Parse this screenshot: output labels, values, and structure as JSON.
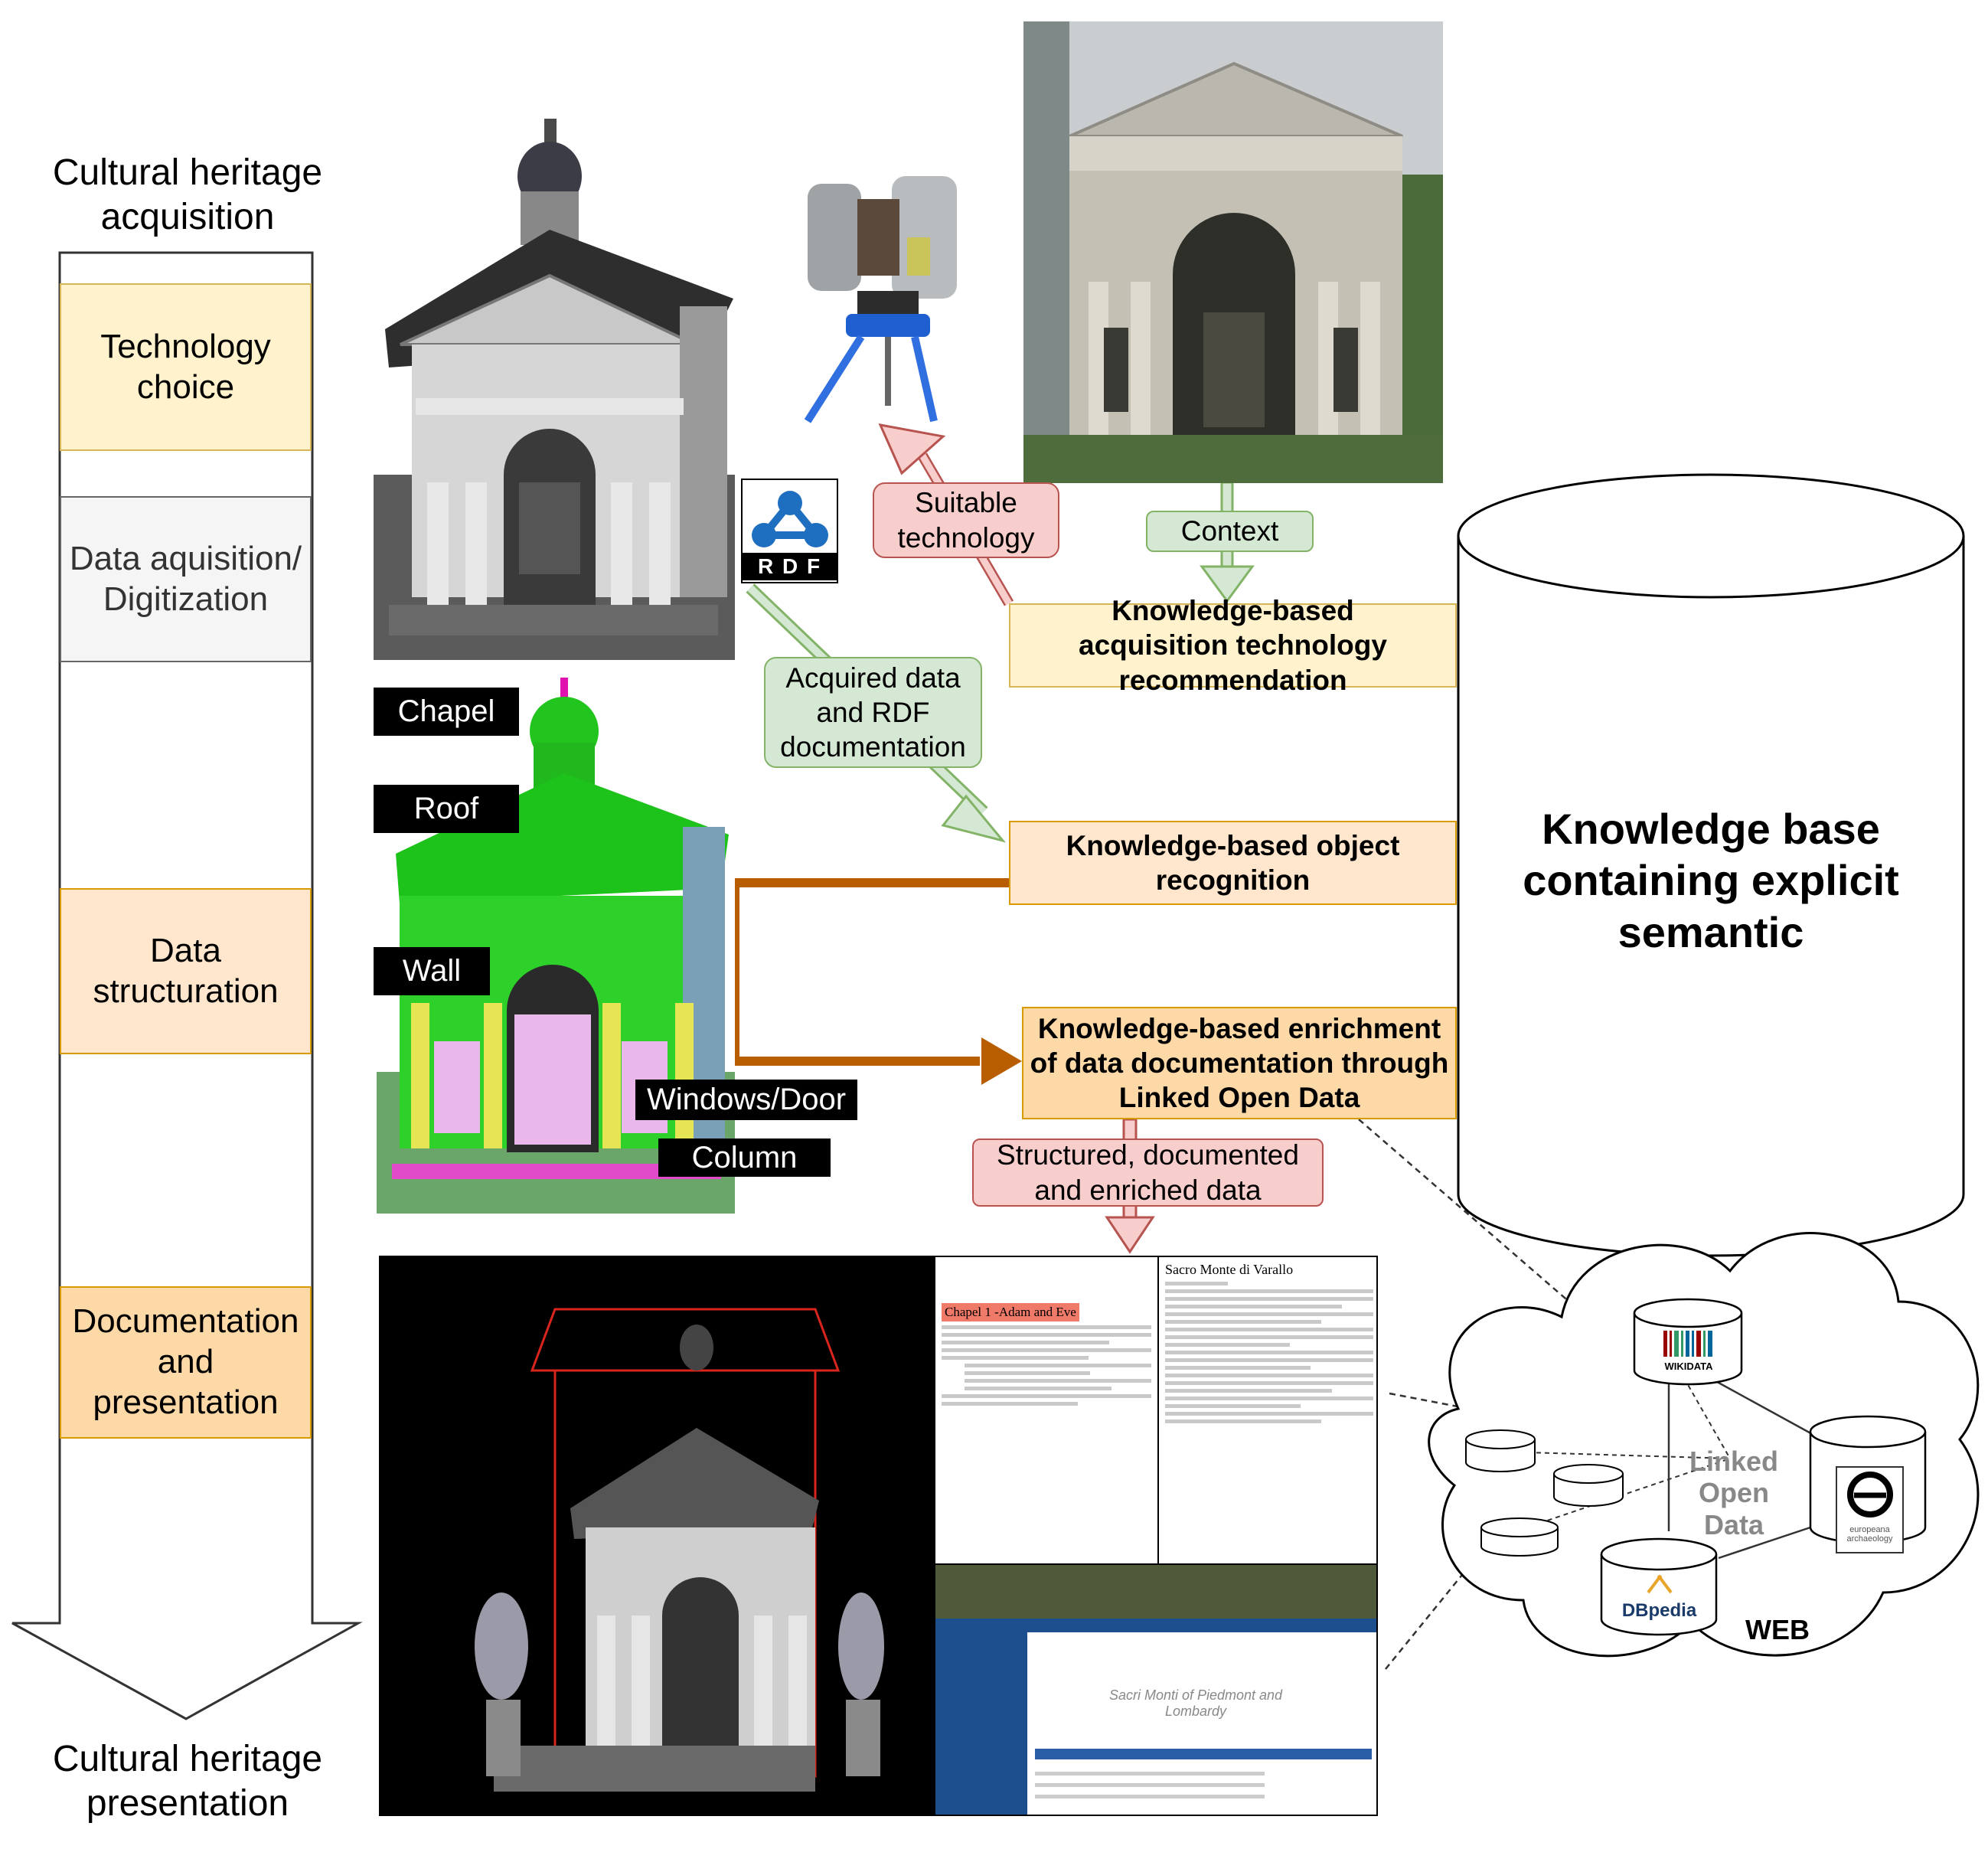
{
  "pipeline": {
    "top_title": "Cultural heritage acquisition",
    "bottom_title": "Cultural heritage presentation",
    "stages": [
      {
        "label": "Technology choice",
        "fill": "#fff2cc",
        "border": "#d6b656"
      },
      {
        "label": "Data aquisition/ Digitization",
        "fill": "#f5f5f5",
        "border": "#666666"
      },
      {
        "label": "Data structuration",
        "fill": "#ffe6cc",
        "border": "#d79b00"
      },
      {
        "label": "Documentation and presentation",
        "fill": "#fdd9a8",
        "border": "#d79b00"
      }
    ]
  },
  "object_labels": {
    "chapel": "Chapel",
    "roof": "Roof",
    "wall": "Wall",
    "windows_door": "Windows/Door",
    "column": "Column"
  },
  "rdf_logo": "R D F",
  "process_boxes": {
    "acquisition_recommendation": "Knowledge-based acquisition technology recommendation",
    "object_recognition": "Knowledge-based object recognition",
    "enrichment": "Knowledge-based enrichment of data documentation through Linked Open Data"
  },
  "flow_labels": {
    "suitable_technology": "Suitable technology",
    "context": "Context",
    "acquired_data": "Acquired data and RDF documentation",
    "structured_data": "Structured, documented and enriched data"
  },
  "knowledge_base": "Knowledge base containing explicit semantic",
  "web_cloud": {
    "center_label": "Linked Open Data",
    "web_label": "WEB",
    "sources": [
      "WIKIDATA",
      "DBpedia",
      "europeana archaeology"
    ]
  },
  "documentation_panel": {
    "chapel_title": "Chapel 1 -Adam and Eve",
    "site_title": "Sacro Monte di Varallo",
    "unesco_heading": "Sacri Monti of Piedmont and Lombardy"
  },
  "colors": {
    "green": "#d5e8d4",
    "green_border": "#82b366",
    "red": "#f8cecc",
    "red_border": "#b85450",
    "brown_arrow": "#b85e00",
    "yellow": "#fff2cc",
    "orange": "#ffe6cc"
  },
  "icons": [
    "laser-scanner-icon",
    "rdf-logo-icon",
    "wikidata-logo-icon",
    "dbpedia-logo-icon",
    "europeana-logo-icon"
  ]
}
